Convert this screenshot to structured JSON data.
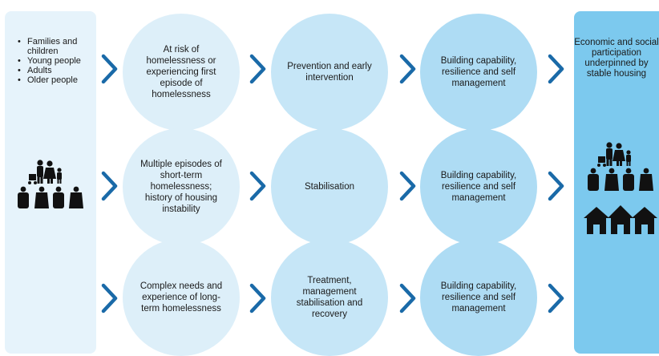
{
  "audience": {
    "items": [
      "Families and children",
      "Young people",
      "Adults",
      "Older people"
    ]
  },
  "rows": [
    {
      "entry": "At risk of homelessness or experiencing first episode of homelessness",
      "response": "Prevention and early intervention",
      "outcome": "Building capability, resilience and self management"
    },
    {
      "entry": "Multiple episodes of short-term homelessness; history of housing instability",
      "response": "Stabilisation",
      "outcome": "Building capability, resilience and self management"
    },
    {
      "entry": "Complex needs and experience of long-term homelessness",
      "response": "Treatment, management stabilisation and recovery",
      "outcome": "Building capability, resilience and self management"
    }
  ],
  "goal": {
    "text": "Economic and social participation underpinned by stable housing"
  },
  "icons": {
    "left": "family-people-icon",
    "right_people": "family-people-icon",
    "right_houses": "house-icon"
  },
  "colors": {
    "chevron": "#1a6aa8",
    "left_panel": "#e6f3fb",
    "right_panel": "#7cc9ee",
    "circle_light": "#ddeff9",
    "circle_mid": "#c6e6f7",
    "circle_dark": "#aedcf4"
  }
}
